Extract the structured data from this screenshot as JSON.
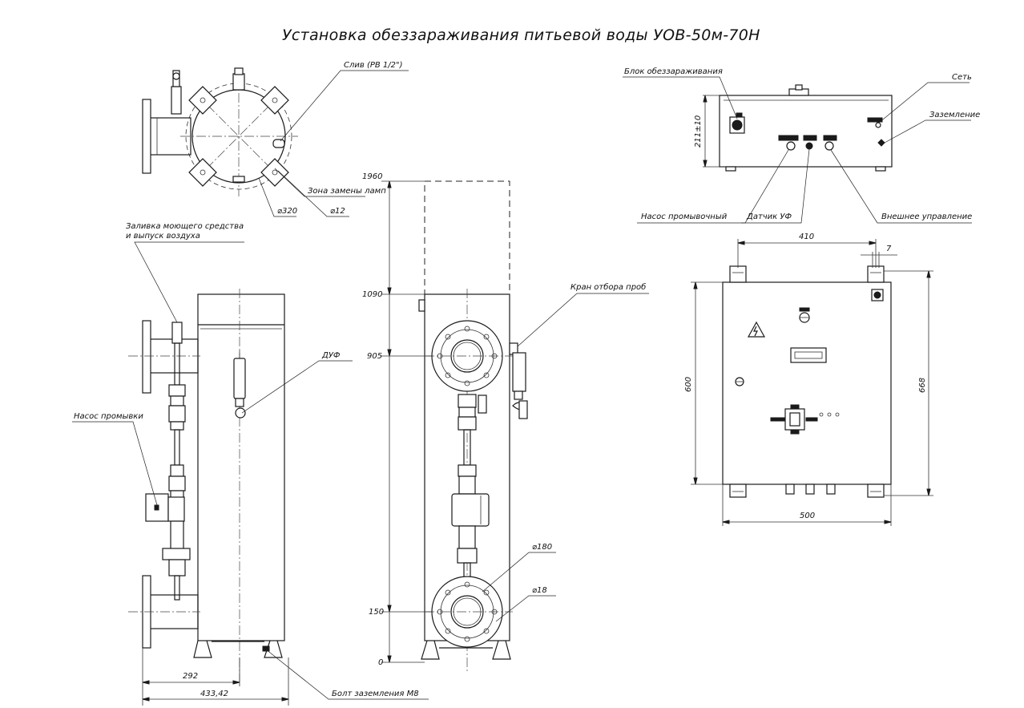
{
  "title": "Установка обеззараживания питьевой воды УОВ-50м-70Н",
  "callouts": {
    "drain": "Слив (РВ 1/2\")",
    "lamp_zone": "Зона замены ламп",
    "dia_320": "⌀320",
    "dia_12": "⌀12",
    "detergent_fill_line1": "Заливка моющего средства",
    "detergent_fill_line2": "и выпуск воздуха",
    "uv_sensor": "ДУФ",
    "flush_pump": "Насос промывки",
    "ground_bolt": "Болт заземления М8",
    "sampling_valve": "Кран отбора проб",
    "dia_180": "⌀180",
    "dia_18": "⌀18",
    "disinfection_block": "Блок обеззараживания",
    "mains": "Сеть",
    "grounding": "Заземление",
    "flush_pump_conn": "Насос промывочный",
    "uv_sensor_conn": "Датчик УФ",
    "external_control": "Внешнее управление"
  },
  "dimensions": {
    "height_1960": "1960",
    "height_1090": "1090",
    "height_905": "905",
    "height_150": "150",
    "height_0": "0",
    "width_292": "292",
    "width_433": "433,42",
    "box_height": "211±10",
    "width_410": "410",
    "gap_7": "7",
    "height_600": "600",
    "height_668": "668",
    "width_500": "500"
  }
}
